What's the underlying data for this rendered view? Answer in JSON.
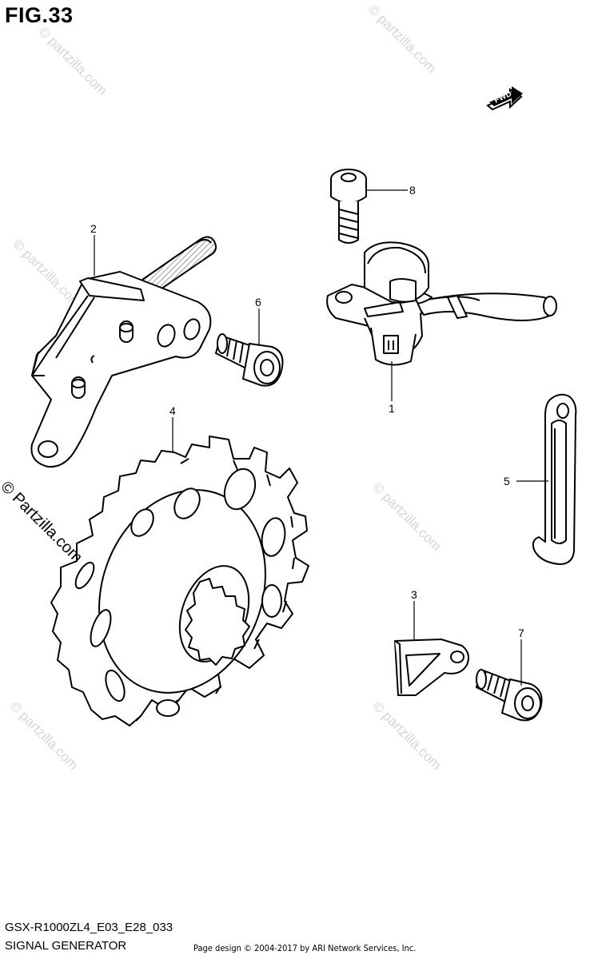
{
  "figure": {
    "title": "FIG.33"
  },
  "footer": {
    "model_code": "GSX-R1000ZL4_E03_E28_033",
    "section_name": "SIGNAL GENERATOR",
    "credit": "Page design © 2004-2017 by ARI Network Services, Inc."
  },
  "watermark": {
    "text": "© Partzilla.com",
    "faint_text": "© partzilla.com"
  },
  "fwd_badge": {
    "label": "FWD"
  },
  "callouts": [
    {
      "number": "1"
    },
    {
      "number": "2"
    },
    {
      "number": "3"
    },
    {
      "number": "4"
    },
    {
      "number": "5"
    },
    {
      "number": "6"
    },
    {
      "number": "7"
    },
    {
      "number": "8"
    }
  ]
}
